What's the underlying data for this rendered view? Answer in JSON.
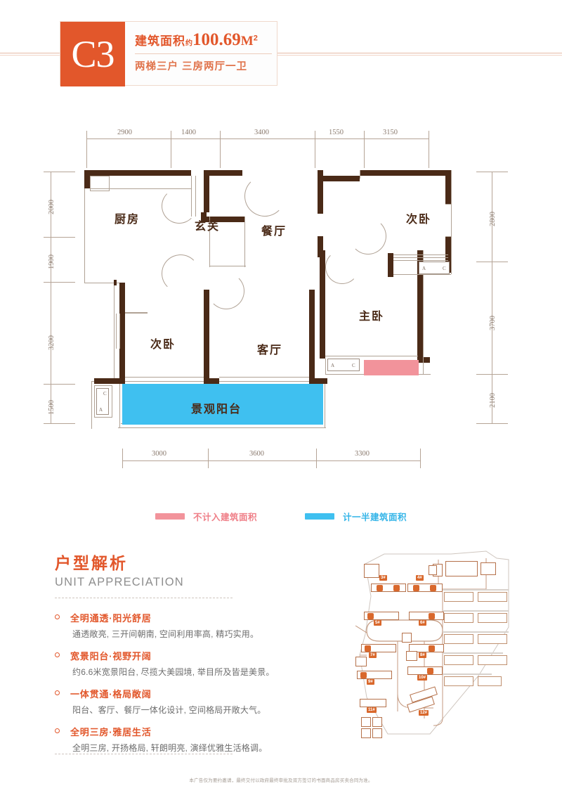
{
  "header": {
    "unit_code": "C3",
    "area_label": "建筑面积",
    "approx": "约",
    "area_value": "100.69",
    "area_unit": "M",
    "area_sup": "2",
    "subtitle": "两梯三户  三房两厅一卫"
  },
  "floorplan": {
    "dimensions_top": [
      "2900",
      "1400",
      "3400",
      "1550",
      "3150"
    ],
    "dimensions_left": [
      "2000",
      "1900",
      "3200",
      "1500"
    ],
    "dimensions_right": [
      "2800",
      "3700",
      "2100"
    ],
    "dimensions_bottom": [
      "3000",
      "3600",
      "3300"
    ],
    "rooms": [
      {
        "name": "厨房"
      },
      {
        "name": "玄关"
      },
      {
        "name": "餐厅"
      },
      {
        "name": "次卧"
      },
      {
        "name": "次卧"
      },
      {
        "name": "客厅"
      },
      {
        "name": "主卧"
      },
      {
        "name": "景观阳台"
      }
    ],
    "ac_marker_left": "A",
    "ac_marker_right": "C"
  },
  "legend": {
    "items": [
      {
        "label": "不计入建筑面积",
        "color": "#f2939b"
      },
      {
        "label": "计一半建筑面积",
        "color": "#3fc0f0"
      }
    ]
  },
  "appreciation": {
    "title_cn": "户型解析",
    "title_en": "UNIT APPRECIATION",
    "points": [
      {
        "title": "全明通透·阳光舒居",
        "desc": "通透敞亮, 三开间朝南, 空间利用率高, 精巧实用。"
      },
      {
        "title": "宽景阳台·视野开阔",
        "desc": "约6.6米宽景阳台, 尽揽大美园境, 举目所及皆是美景。"
      },
      {
        "title": "一体贯通·格局敞阔",
        "desc": "阳台、客厅、餐厅一体化设计, 空间格局开敞大气。"
      },
      {
        "title": "全明三房·雅居生活",
        "desc": "全明三房, 开扬格局, 轩朗明亮, 演绎优雅生活格调。"
      }
    ]
  },
  "sitemap": {
    "building_tags": [
      "3#",
      "4#",
      "5#",
      "6#",
      "7#",
      "8#",
      "9#",
      "10#",
      "11#",
      "12#"
    ]
  },
  "disclaimer": {
    "text": "本广告仅为要约邀请，最终交付以政府最终审批及双方签订的书面商品房买卖合同为准。"
  },
  "colors": {
    "accent_orange": "#e2572b",
    "wall_brown": "#4a2a17",
    "pink": "#f2939b",
    "blue": "#3fc0f0"
  }
}
